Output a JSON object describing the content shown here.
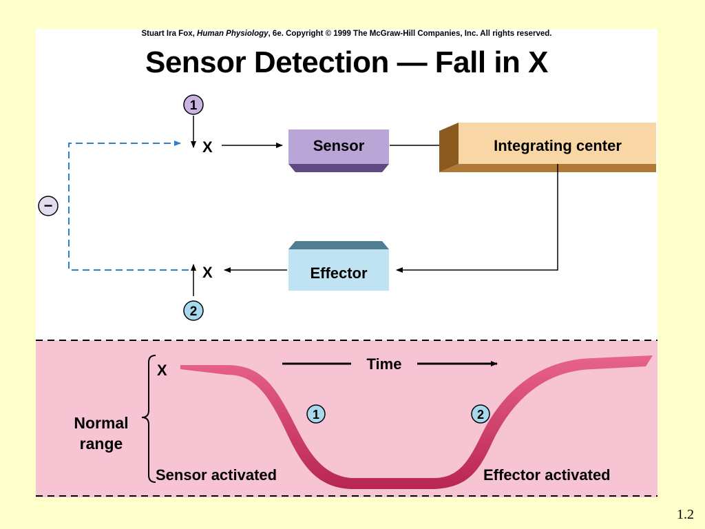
{
  "copyright": {
    "author": "Stuart Ira Fox,",
    "book": "Human Physiology",
    "rest": ", 6e. Copyright © 1999 The McGraw-Hill Companies, Inc.  All rights reserved."
  },
  "title": "Sensor Detection — Fall in X",
  "diagram": {
    "x_top": "X",
    "x_bottom": "X",
    "sensor": "Sensor",
    "integrating_center": "Integrating center",
    "effector": "Effector",
    "step1": "1",
    "step2": "2",
    "negative": "−"
  },
  "graph": {
    "x_label": "X",
    "time_label": "Time",
    "normal_range_line1": "Normal",
    "normal_range_line2": "range",
    "sensor_activated": "Sensor activated",
    "effector_activated": "Effector activated",
    "step1": "1",
    "step2": "2"
  },
  "slide_number": "1.2",
  "colors": {
    "background": "#ffffcc",
    "sensor": "#b9a5d6",
    "integrating_center": "#f9d6a6",
    "effector": "#bfe3f3",
    "graph_bg": "#f6c4d2",
    "curve": "#d43d6c",
    "dashed_line": "#2a7fd4"
  }
}
